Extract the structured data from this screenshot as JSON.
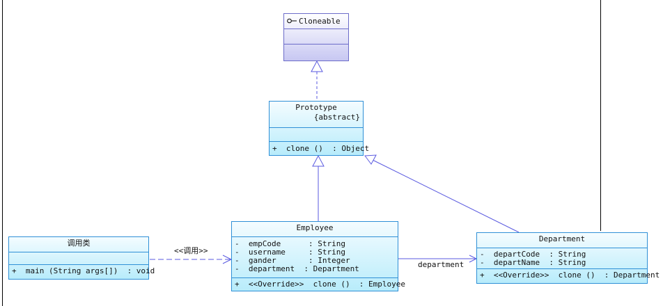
{
  "classes": {
    "cloneable": {
      "name": "Cloneable",
      "icon": "interface-lollipop-icon"
    },
    "prototype": {
      "name": "Prototype",
      "stereotype": "{abstract}",
      "operations": [
        "+  clone ()  : Object"
      ]
    },
    "employee": {
      "name": "Employee",
      "attributes": [
        "-  empCode      : String",
        "-  username     : String",
        "-  gander       : Integer",
        "-  department  : Department"
      ],
      "operations": [
        "+  <<Override>>  clone ()  : Employee"
      ]
    },
    "department": {
      "name": "Department",
      "attributes": [
        "-  departCode  : String",
        "-  departName  : String"
      ],
      "operations": [
        "+  <<Override>>  clone ()  : Department"
      ]
    },
    "caller": {
      "name": "调用类",
      "operations": [
        "+  main (String args[])  : void"
      ]
    }
  },
  "relations": {
    "call_label": "<<调用>>",
    "association_label": "department"
  },
  "colors": {
    "border": "#2e8fd6",
    "line": "#5a5ae0",
    "fill_top": "#f4fcff",
    "fill_bottom": "#b8ecfb"
  }
}
